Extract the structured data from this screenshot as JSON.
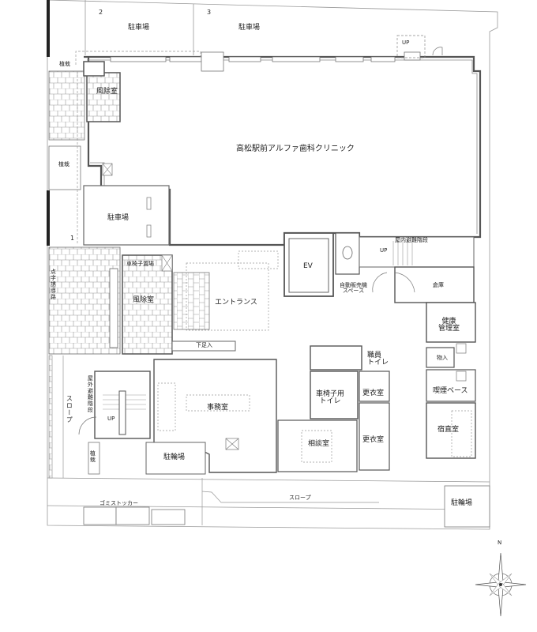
{
  "title": "高松駅前アルファ歯科クリニック",
  "rooms": {
    "parking_2_num": "2",
    "parking_3_num": "3",
    "parking_1_num": "1",
    "parking_2": "駐車場",
    "parking_3": "駐車場",
    "parking_1": "駐車場",
    "planting_top": "植栽",
    "planting_left": "植栽",
    "planting_bottom": "植栽",
    "windbreak_top": "風除室",
    "windbreak_lower": "風除室",
    "wheelchair_storage": "車椅子置場",
    "bicycle_parking_left": "駐輪場",
    "entrance": "エントランス",
    "ev": "EV",
    "vending_line1": "自動販売機",
    "vending_line2": "スペース",
    "indoor_stairs": "屋内避難階段",
    "storage": "倉庫",
    "health_room_line1": "健康",
    "health_room_line2": "管理室",
    "closet": "物入",
    "smoking": "喫煙ベース",
    "night_duty": "宿直室",
    "staff_toilet_line1": "職員",
    "staff_toilet_line2": "トイレ",
    "wheelchair_toilet_line1": "車椅子用",
    "wheelchair_toilet_line2": "トイレ",
    "locker_1": "更衣室",
    "locker_2": "更衣室",
    "consultation": "相談室",
    "office": "事務室",
    "shoe_storage": "下足入",
    "outdoor_stairs": "屋外避難階段",
    "bicycle_parking_right": "駐輪場",
    "garbage": "ゴミストッカー",
    "slope_left": "スロープ",
    "slope_bottom": "スロープ",
    "entrance_guide": "点字誘導路",
    "up_top": "UP",
    "up_indoor": "UP",
    "up_outdoor": "UP"
  },
  "compass": {
    "north": "N"
  }
}
